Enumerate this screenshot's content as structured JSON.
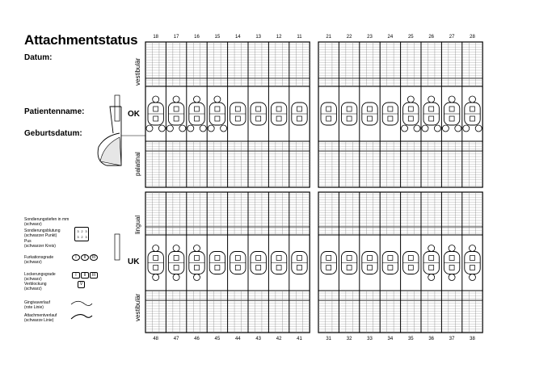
{
  "form": {
    "title": "Attachmentstatus",
    "fields": {
      "date": "Datum:",
      "patient": "Patientenname:",
      "birthdate": "Geburtsdatum:"
    }
  },
  "chart": {
    "upper_jaw_label": "OK",
    "lower_jaw_label": "UK",
    "upper_outer": "vestibulär",
    "upper_inner": "palatinal",
    "lower_inner": "lingual",
    "lower_outer": "vestibulär",
    "upper_teeth_right": [
      "18",
      "17",
      "16",
      "15",
      "14",
      "13",
      "12",
      "11"
    ],
    "upper_teeth_left": [
      "21",
      "22",
      "23",
      "24",
      "25",
      "26",
      "27",
      "28"
    ],
    "lower_teeth_right": [
      "48",
      "47",
      "46",
      "45",
      "44",
      "43",
      "42",
      "41"
    ],
    "lower_teeth_left": [
      "31",
      "32",
      "33",
      "34",
      "35",
      "36",
      "37",
      "38"
    ]
  },
  "legend": {
    "probing_depth": [
      "Sondierungstiefen in mm",
      "(schwarz)"
    ],
    "bleeding": [
      "Sondierungsblutung",
      "(schwarzer Punkt)"
    ],
    "pus": [
      "Pus",
      "(schwarzer Kreis)"
    ],
    "furcation": [
      "Furkationsgrade",
      "(schwarz)"
    ],
    "mobility": [
      "Lockerungsgrade",
      "(schwarz)"
    ],
    "splint": [
      "Verblockung",
      "(schwarz)"
    ],
    "gingiva": [
      "Gingivaverlauf",
      "(rote Linie)"
    ],
    "attachment": [
      "Attachmentverlauf",
      "(schwarze Linie)"
    ],
    "symbols": {
      "probe_digits": [
        "3",
        "2",
        "3",
        "3",
        "2",
        "3"
      ],
      "furcation_grades": [
        "I",
        "II",
        "III"
      ],
      "mobility_grades": [
        "I",
        "II",
        "III"
      ],
      "splint_mark": "V"
    }
  }
}
